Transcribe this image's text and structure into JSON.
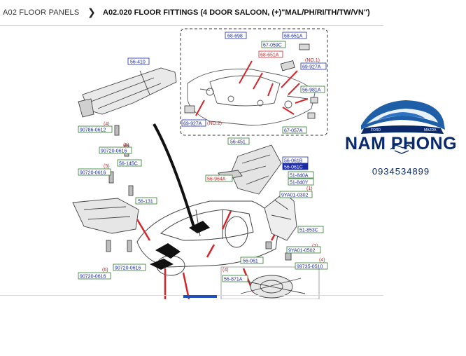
{
  "breadcrumb": {
    "parent": "A02 FLOOR PANELS",
    "current": "A02.020 FLOOR FITTINGS (4 DOOR SALOON, (+)\"MAL/PH/RI/TH/TW/VN\")"
  },
  "callouts": {
    "c1": "56-410",
    "c2": "90786-0612",
    "c3": "90720-0616",
    "c4": "56-145C",
    "c5": "90720-0616",
    "c6": "56-131",
    "c7": "90720-0616",
    "c8": "90720-0616",
    "c9": "68-698",
    "c10": "68-651A",
    "c11": "67-059C",
    "c12": "68-651A",
    "c13": "69-927A",
    "c14": "56-981A",
    "c15": "69-927A",
    "c16": "67-057A",
    "c17": "56-451",
    "c18": "56-061B",
    "c19": "56-061C",
    "c20": "56-964A",
    "c21": "51-840A",
    "c22": "51-840Y",
    "c23": "9YA01-0302",
    "c24": "51-853C",
    "c25": "9YA01-0502",
    "c26": "99735-0510",
    "c27": "56-061",
    "c28": "56-871A"
  },
  "notes": {
    "n1": "(NO.1)",
    "n2": "(NO.2)",
    "q1": "(4)",
    "q2": "(5)",
    "q3": "(5)",
    "q4": "(6)",
    "q5": "(4)",
    "q6": "(4)",
    "q7": "(2)",
    "q8": "(1)"
  },
  "brand": {
    "name": "NAM PHONG",
    "phone": "0934534899",
    "emblem_left": "FORD",
    "emblem_right": "MAZDA"
  },
  "colors": {
    "callout_blue": "#1b2aa8",
    "callout_green": "#2a7a2a",
    "callout_red": "#d4262a",
    "brand_navy": "#0a2a6b"
  }
}
